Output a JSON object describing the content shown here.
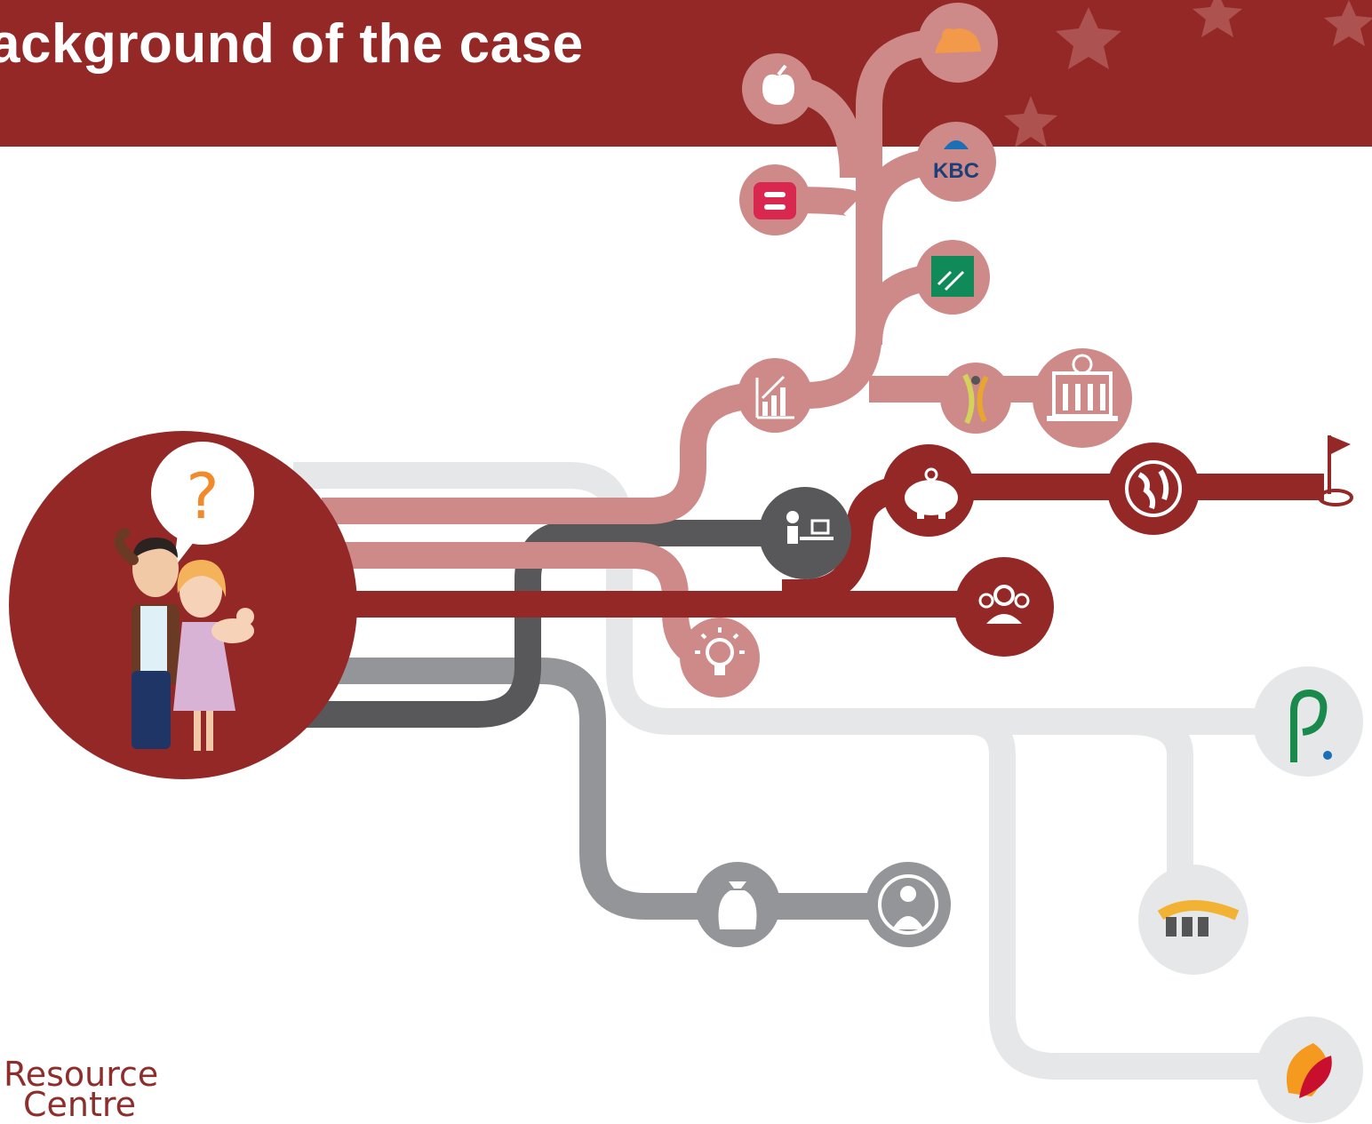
{
  "slide": {
    "title": "ackground of the case"
  },
  "speech_bubble": {
    "text": "?"
  },
  "footer": {
    "logo_line1": "Resource",
    "logo_line2": "Centre"
  },
  "icons": {
    "ing": "ing-lion-logo-icon",
    "kbc": "kbc-bank-logo-icon",
    "kbc_text": "KBC",
    "bnp": "bnp-paribas-logo-icon",
    "apple": "apple-icon",
    "equal": "equal-sign-logo-icon",
    "growth_chart": "growth-chart-icon",
    "figure_logo": "abstract-figure-logo-icon",
    "bank_building": "bank-building-euro-icon",
    "piggy_bank": "piggy-bank-icon",
    "globe": "globe-icon",
    "flag": "flag-hole-icon",
    "office_worker": "office-worker-desk-icon",
    "group": "group-people-icon",
    "lightbulb": "lightbulb-icon",
    "money_bag": "money-bag-icon",
    "advisor": "advisor-person-icon",
    "p_logo": "p-logo-icon",
    "arc_logo": "arc-logo-icon",
    "leaf_logo": "leaf-logo-icon",
    "family": "family-illustration-icon"
  },
  "colors": {
    "header": "#932826",
    "dark_red": "#932826",
    "pink": "#cd8a89",
    "dark_grey": "#58585a",
    "mid_grey": "#939598",
    "light_grey": "#e6e7e8"
  }
}
